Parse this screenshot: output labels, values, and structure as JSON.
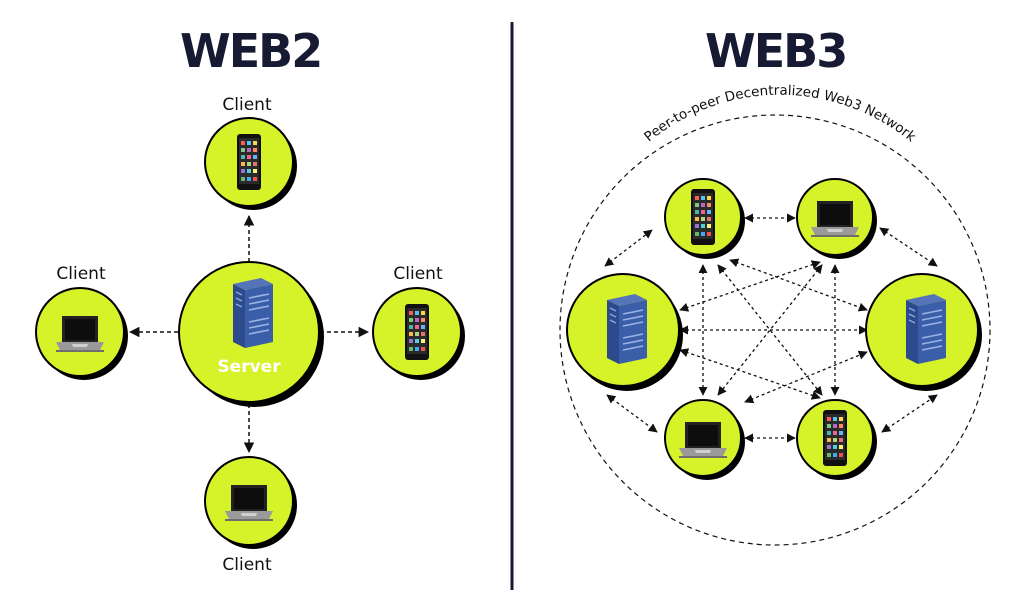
{
  "web2": {
    "title": "WEB2",
    "client_top": "Client",
    "client_left": "Client",
    "client_right": "Client",
    "client_bottom": "Client",
    "server_label": "Server"
  },
  "web3": {
    "title": "WEB3",
    "network_caption": "Peer-to-peer Decentralized Web3 Network"
  },
  "colors": {
    "node_fill": "#d6f229",
    "node_shadow": "#000000",
    "divider": "#171a33",
    "server_blue": "#2d4a8c",
    "title_text": "#171a33"
  },
  "icons": [
    "smartphone-icon",
    "laptop-icon",
    "server-icon"
  ]
}
